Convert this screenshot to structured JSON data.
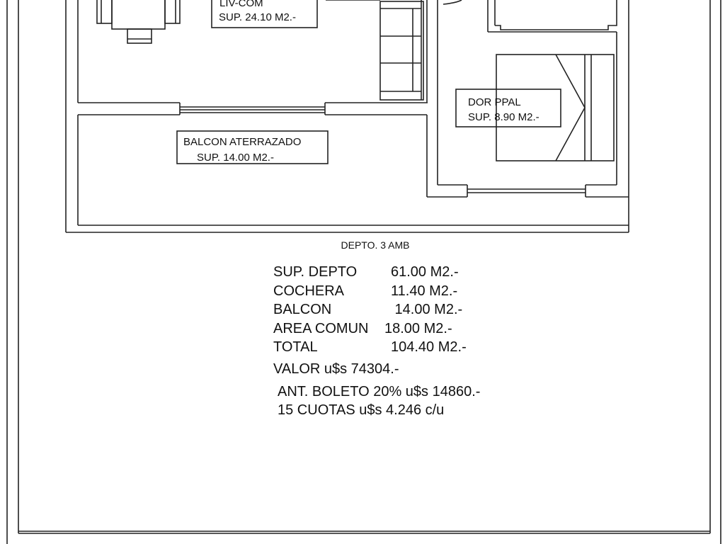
{
  "plan": {
    "rooms": [
      {
        "name": "LIV-COM",
        "area": "SUP. 24.10 M2.-"
      },
      {
        "name": "BALCON ATERRAZADO",
        "area": "SUP. 14.00 M2.-"
      },
      {
        "name": "DOR PPAL",
        "area": "SUP. 8.90 M2.-"
      }
    ],
    "caption": "DEPTO. 3 AMB"
  },
  "summary": {
    "rows": [
      {
        "label": "SUP. DEPTO",
        "value": "61.00 M2.-"
      },
      {
        "label": "COCHERA",
        "value": "11.40 M2.-"
      },
      {
        "label": "BALCON",
        "value": " 14.00 M2.-"
      },
      {
        "label": "AREA COMUN",
        "value": "18.00 M2.-"
      },
      {
        "label": "TOTAL",
        "value": "104.40 M2.-"
      }
    ],
    "valor": "VALOR u$s 74304.-",
    "anticipo": "ANT. BOLETO 20% u$s 14860.-",
    "cuotas": "15 CUOTAS u$s 4.246 c/u"
  }
}
